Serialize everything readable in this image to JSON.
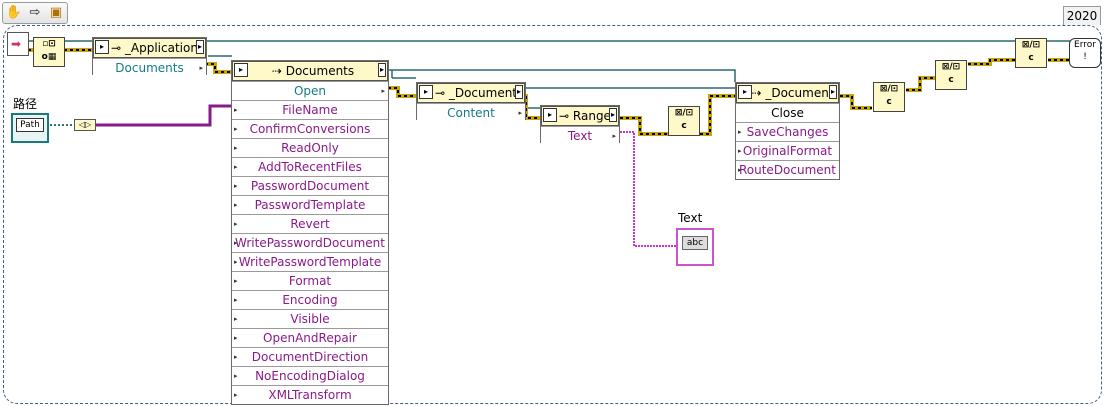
{
  "toolbar": {
    "tools": [
      {
        "icon": "hand-icon",
        "glyph": "✋"
      },
      {
        "icon": "arrow-right-icon",
        "glyph": "⇨"
      },
      {
        "icon": "highlight-execution-icon",
        "glyph": "▣"
      }
    ]
  },
  "version_tab": "2020",
  "diagram": {
    "application_node": {
      "title": "_Application",
      "property": "Documents"
    },
    "documents_node": {
      "title": "Documents",
      "method": "Open",
      "params": [
        "FileName",
        "ConfirmConversions",
        "ReadOnly",
        "AddToRecentFiles",
        "PasswordDocument",
        "PasswordTemplate",
        "Revert",
        "WritePasswordDocument",
        "WritePasswordTemplate",
        "Format",
        "Encoding",
        "Visible",
        "OpenAndRepair",
        "DocumentDirection",
        "NoEncodingDialog",
        "XMLTransform"
      ]
    },
    "document_prop_node": {
      "title": "_Document",
      "property": "Content"
    },
    "range_node": {
      "title": "Range",
      "property": "Text"
    },
    "document_method_node": {
      "title": "_Document",
      "method": "Close",
      "params": [
        "SaveChanges",
        "OriginalFormat",
        "RouteDocument"
      ]
    },
    "path_control": {
      "label": "路径",
      "inner": "Path"
    },
    "text_indicator": {
      "label": "Text",
      "inner": "abc"
    },
    "error_handler": {
      "text": "Error"
    },
    "close_ref_glyph": "c"
  },
  "colors": {
    "refnum_wire": "#2a6a70",
    "error_wire": "#c8a800",
    "string_wire": "#cc33cc",
    "path_wire": "#2a7a7a"
  }
}
